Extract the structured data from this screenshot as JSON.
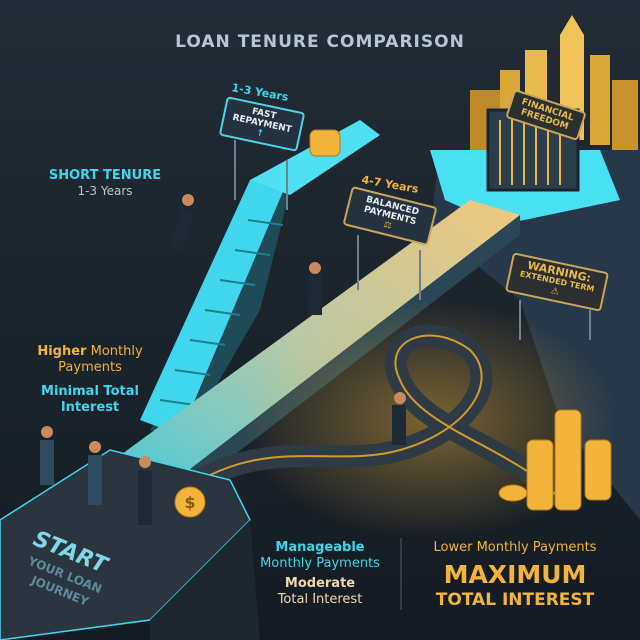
{
  "title": "LOAN TENURE COMPARISON",
  "short_tenure": {
    "heading": "SHORT TENURE",
    "years": "1-3 Years",
    "sign_years": "1-3 Years",
    "sign_line1": "FAST",
    "sign_line2": "REPAYMENT",
    "payments_strong": "Higher",
    "payments_rest": " Monthly",
    "payments_line2": "Payments",
    "interest_line1": "Minimal Total",
    "interest_line2": "Interest"
  },
  "medium_tenure": {
    "sign_years": "4-7 Years",
    "sign_line1": "BALANCED",
    "sign_line2": "PAYMENTS",
    "payments_line1": "Manageable",
    "payments_line2": "Monthly Payments",
    "interest_line1": "Moderate",
    "interest_line2": "Total Interest"
  },
  "long_tenure": {
    "warning_line1": "WARNING:",
    "warning_line2": "EXTENDED TERM",
    "payments": "Lower Monthly Payments",
    "interest_line1": "MAXIMUM",
    "interest_line2": "TOTAL INTEREST"
  },
  "goal": {
    "line1": "FINANCIAL",
    "line2": "FREEDOM"
  },
  "start": {
    "line1": "START",
    "line2": "YOUR LOAN",
    "line3": "JOURNEY"
  },
  "colors": {
    "cyan": "#3fd6ee",
    "gold": "#f2b43a",
    "background": "#1b232d"
  }
}
